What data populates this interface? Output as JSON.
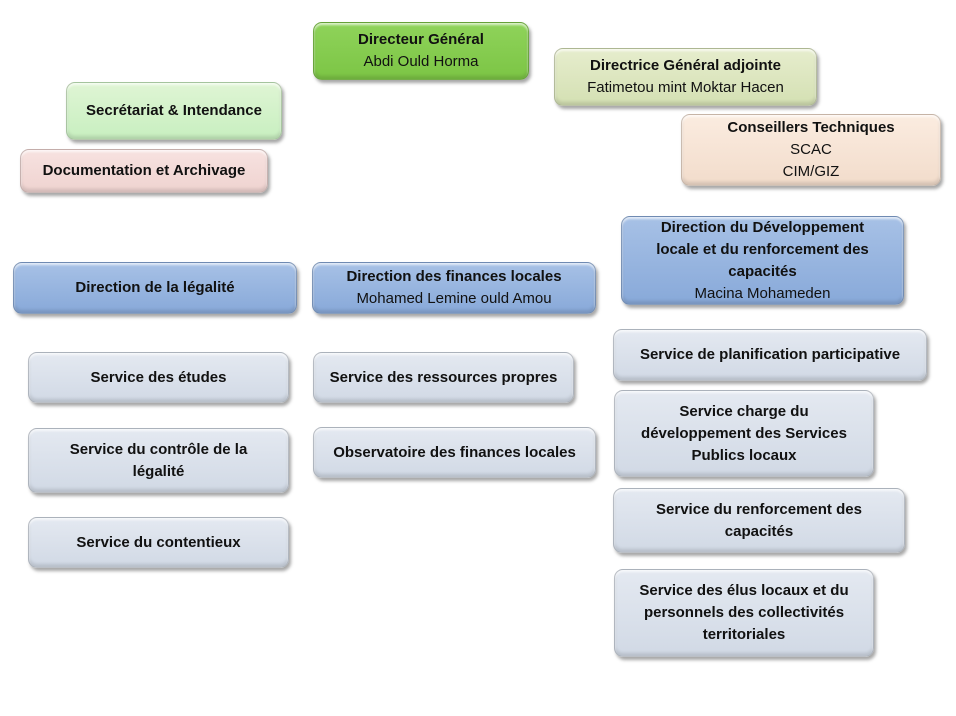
{
  "colors": {
    "director": "#7cc545",
    "deputy": "#d4e0b3",
    "secretariat": "#c8efc0",
    "documentation": "#efd3d0",
    "advisors": "#f2dccb",
    "direction": "#88a9d9",
    "service": "#d1d9e5"
  },
  "top": {
    "director": {
      "title": "Directeur Général",
      "name": "Abdi Ould Horma"
    },
    "deputy": {
      "title": "Directrice Général adjointe",
      "name": "Fatimetou mint Moktar Hacen"
    },
    "secretariat": {
      "title": "Secrétariat & Intendance"
    },
    "documentation": {
      "title": "Documentation et Archivage"
    },
    "advisors": {
      "title": "Conseillers Techniques",
      "lines": [
        "SCAC",
        "CIM/GIZ"
      ]
    }
  },
  "directions": [
    {
      "title": "Direction de la légalité",
      "services": [
        "Service des études",
        "Service du contrôle de la légalité",
        "Service du contentieux"
      ]
    },
    {
      "title": "Direction des finances locales",
      "name": "Mohamed Lemine ould Amou",
      "services": [
        "Service des ressources propres",
        "Observatoire des finances locales"
      ]
    },
    {
      "title": "Direction du Développement locale et du renforcement des capacités",
      "name": "Macina Mohameden",
      "services": [
        "Service de planification participative",
        "Service charge du développement des Services Publics locaux",
        "Service du renforcement des capacités",
        "Service des élus locaux et du personnels des collectivités territoriales"
      ]
    }
  ]
}
